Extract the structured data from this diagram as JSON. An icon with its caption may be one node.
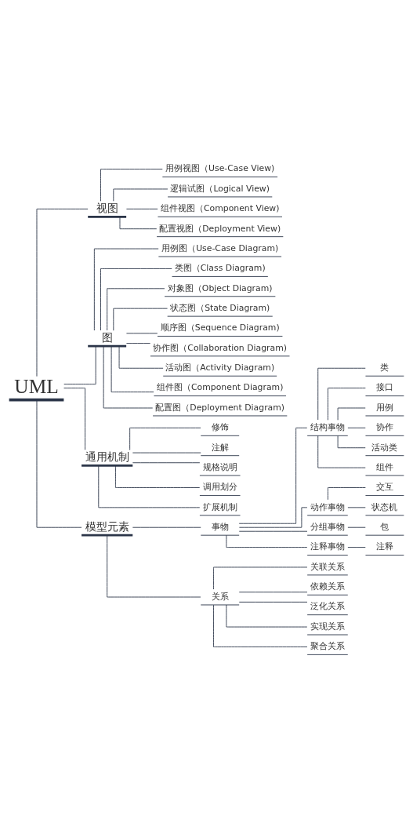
{
  "diagram": {
    "nodes": [
      {
        "text": [
          "UML"
        ]
      },
      {
        "text": [
          "视图"
        ]
      },
      {
        "text": [
          "用例视图（Use-Case View)"
        ]
      },
      {
        "text": [
          "逻辑试图（Logical View)"
        ]
      },
      {
        "text": [
          "组件视图（Component View)"
        ]
      },
      {
        "text": [
          "配置视图（Deployment View)"
        ]
      },
      {
        "text": [
          "图"
        ]
      },
      {
        "text": [
          "用例图（Use-Case Diagram)"
        ]
      },
      {
        "text": [
          "类图（Class Diagram)"
        ]
      },
      {
        "text": [
          "对象图（Object Diagram)"
        ]
      },
      {
        "text": [
          "状态图（State Diagram)"
        ]
      },
      {
        "text": [
          "顺序图（Sequence Diagram)"
        ]
      },
      {
        "text": [
          "协作图（Collaboration Diagram)"
        ]
      },
      {
        "text": [
          "活动图（Activity Diagram)"
        ]
      },
      {
        "text": [
          "组件图（Component Diagram)"
        ]
      },
      {
        "text": [
          "配置图（Deployment Diagram)"
        ]
      },
      {
        "text": [
          "通用机制"
        ]
      },
      {
        "text": [
          "修饰"
        ]
      },
      {
        "text": [
          "注解"
        ]
      },
      {
        "text": [
          "规格说明"
        ]
      },
      {
        "text": [
          "调用划分"
        ]
      },
      {
        "text": [
          "扩展机制"
        ]
      },
      {
        "text": [
          "模型元素"
        ]
      },
      {
        "text": [
          "事物"
        ]
      },
      {
        "text": [
          "结构事物"
        ]
      },
      {
        "text": [
          "类"
        ]
      },
      {
        "text": [
          "接口"
        ]
      },
      {
        "text": [
          "用例"
        ]
      },
      {
        "text": [
          "协作"
        ]
      },
      {
        "text": [
          "活动类"
        ]
      },
      {
        "text": [
          "组件"
        ]
      },
      {
        "text": [
          "动作事物"
        ]
      },
      {
        "text": [
          "交互"
        ]
      },
      {
        "text": [
          "状态机"
        ]
      },
      {
        "text": [
          "分组事物"
        ]
      },
      {
        "text": [
          "包"
        ]
      },
      {
        "text": [
          "注释事物"
        ]
      },
      {
        "text": [
          "注释"
        ]
      },
      {
        "text": [
          "关系"
        ]
      },
      {
        "text": [
          "关联关系"
        ]
      },
      {
        "text": [
          "依赖关系"
        ]
      },
      {
        "text": [
          "泛化关系"
        ]
      },
      {
        "text": [
          "实现关系"
        ]
      },
      {
        "text": [
          "聚合关系"
        ]
      }
    ],
    "edges": [
      {
        "from": 0,
        "to": 1,
        "arrow": "none"
      },
      {
        "from": 1,
        "to": 2,
        "arrow": "none"
      },
      {
        "from": 1,
        "to": 3,
        "arrow": "none"
      },
      {
        "from": 1,
        "to": 4,
        "arrow": "none"
      },
      {
        "from": 1,
        "to": 5,
        "arrow": "none"
      },
      {
        "from": 0,
        "to": 6,
        "arrow": "none"
      },
      {
        "from": 6,
        "to": 7,
        "arrow": "none"
      },
      {
        "from": 6,
        "to": 8,
        "arrow": "none"
      },
      {
        "from": 6,
        "to": 9,
        "arrow": "none"
      },
      {
        "from": 6,
        "to": 10,
        "arrow": "none"
      },
      {
        "from": 6,
        "to": 11,
        "arrow": "none"
      },
      {
        "from": 6,
        "to": 12,
        "arrow": "none"
      },
      {
        "from": 6,
        "to": 13,
        "arrow": "none"
      },
      {
        "from": 6,
        "to": 14,
        "arrow": "none"
      },
      {
        "from": 6,
        "to": 15,
        "arrow": "none"
      },
      {
        "from": 0,
        "to": 16,
        "arrow": "none"
      },
      {
        "from": 16,
        "to": 17,
        "arrow": "none"
      },
      {
        "from": 16,
        "to": 18,
        "arrow": "none"
      },
      {
        "from": 16,
        "to": 19,
        "arrow": "none"
      },
      {
        "from": 16,
        "to": 20,
        "arrow": "none"
      },
      {
        "from": 16,
        "to": 21,
        "arrow": "none"
      },
      {
        "from": 0,
        "to": 22,
        "arrow": "none"
      },
      {
        "from": 22,
        "to": 23,
        "arrow": "none"
      },
      {
        "from": 23,
        "to": 24,
        "arrow": "none"
      },
      {
        "from": 24,
        "to": 25,
        "arrow": "none"
      },
      {
        "from": 24,
        "to": 26,
        "arrow": "none"
      },
      {
        "from": 24,
        "to": 27,
        "arrow": "none"
      },
      {
        "from": 24,
        "to": 28,
        "arrow": "none"
      },
      {
        "from": 24,
        "to": 29,
        "arrow": "none"
      },
      {
        "from": 24,
        "to": 30,
        "arrow": "none"
      },
      {
        "from": 23,
        "to": 31,
        "arrow": "none"
      },
      {
        "from": 31,
        "to": 32,
        "arrow": "none"
      },
      {
        "from": 31,
        "to": 33,
        "arrow": "none"
      },
      {
        "from": 23,
        "to": 34,
        "arrow": "none"
      },
      {
        "from": 34,
        "to": 35,
        "arrow": "none"
      },
      {
        "from": 23,
        "to": 36,
        "arrow": "none"
      },
      {
        "from": 36,
        "to": 37,
        "arrow": "none"
      },
      {
        "from": 22,
        "to": 38,
        "arrow": "none"
      },
      {
        "from": 38,
        "to": 39,
        "arrow": "none"
      },
      {
        "from": 38,
        "to": 40,
        "arrow": "none"
      },
      {
        "from": 38,
        "to": 41,
        "arrow": "none"
      },
      {
        "from": 38,
        "to": 42,
        "arrow": "none"
      },
      {
        "from": 38,
        "to": 43,
        "arrow": "none"
      }
    ]
  }
}
